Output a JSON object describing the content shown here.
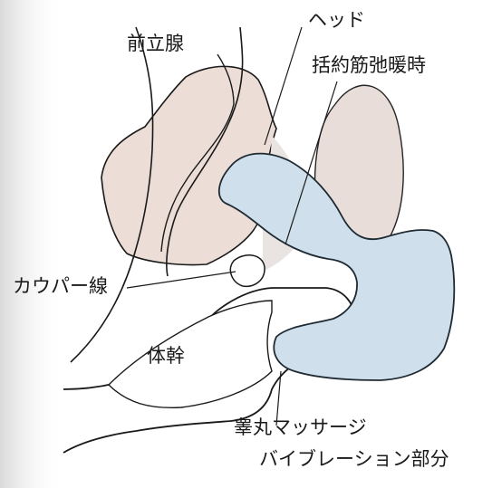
{
  "labels": {
    "prostate": "前立腺",
    "head": "ヘッド",
    "sphincter": "括約筋弛暖時",
    "cowper": "カウパー線",
    "body": "体幹",
    "perineum_line1": "睾丸マッサージ",
    "perineum_line2": "バイブレーション部分"
  },
  "colors": {
    "prostate_fill": "#ecddd6",
    "device_fill": "#cfe0ec",
    "device_stroke": "#1f2a33",
    "tissue_stroke": "#1a1a1a",
    "side_shadow": "#e6e6e6"
  }
}
